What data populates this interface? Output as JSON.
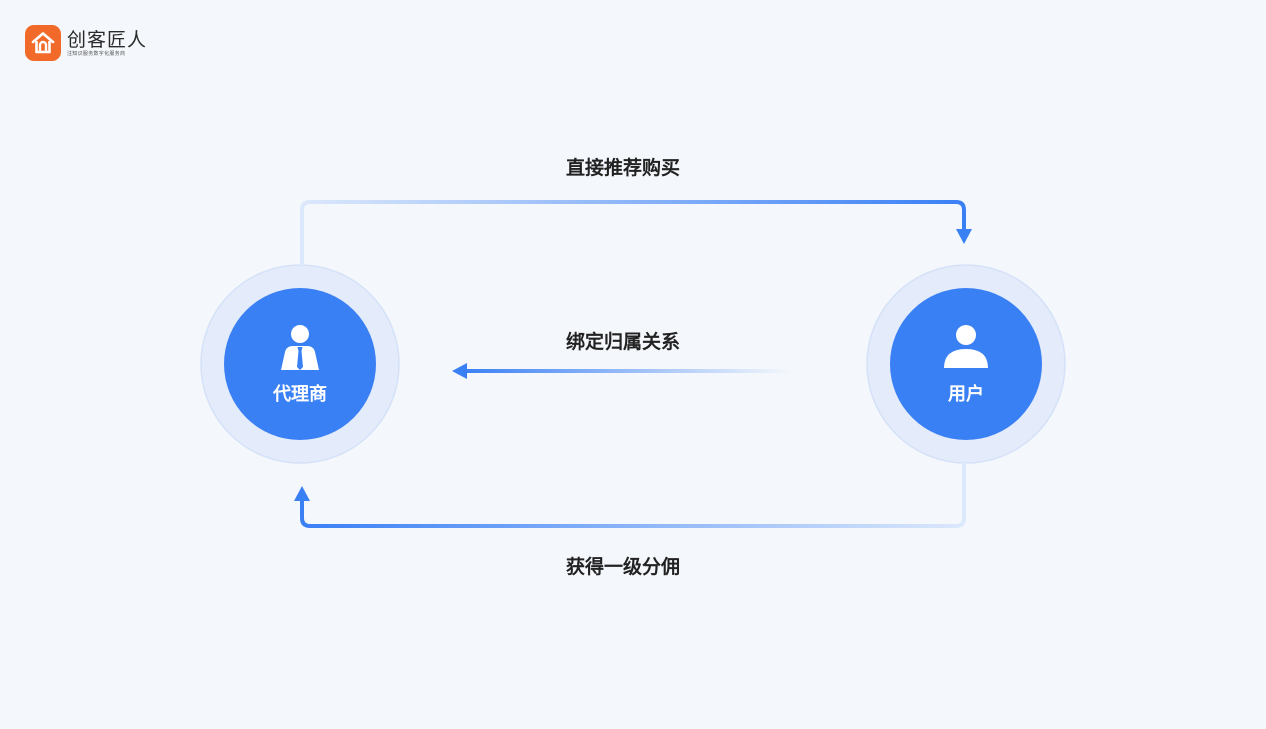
{
  "brand": {
    "name": "创客匠人",
    "tagline": "注知识服务数字化服务商",
    "color": "#f26a2a"
  },
  "diagram": {
    "accent_color": "#3a80f5",
    "nodes": [
      {
        "id": "agent",
        "label": "代理商",
        "icon": "agent-person-icon"
      },
      {
        "id": "user",
        "label": "用户",
        "icon": "user-person-icon"
      }
    ],
    "flows": [
      {
        "id": "recommend",
        "from": "agent",
        "to": "user",
        "label": "直接推荐购买"
      },
      {
        "id": "bind",
        "from": "user",
        "to": "agent",
        "label": "绑定归属关系"
      },
      {
        "id": "commission",
        "from": "user",
        "to": "agent",
        "label": "获得一级分佣"
      }
    ]
  }
}
